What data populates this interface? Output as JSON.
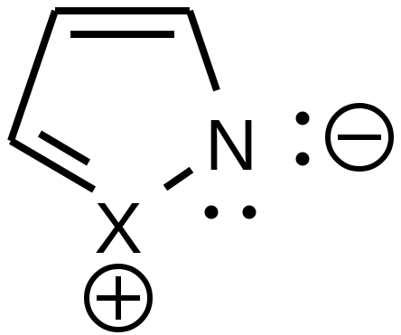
{
  "molecule": {
    "atoms": [
      {
        "id": "N",
        "label": "N"
      },
      {
        "id": "X",
        "label": "X"
      }
    ],
    "charges": {
      "on_X": "positive",
      "on_N_side": "negative"
    },
    "lone_pairs": {
      "N_right_pair": 2,
      "N_bottom_pair": 2
    },
    "colors": {
      "ink": "#000000",
      "background": "#ffffff"
    }
  }
}
